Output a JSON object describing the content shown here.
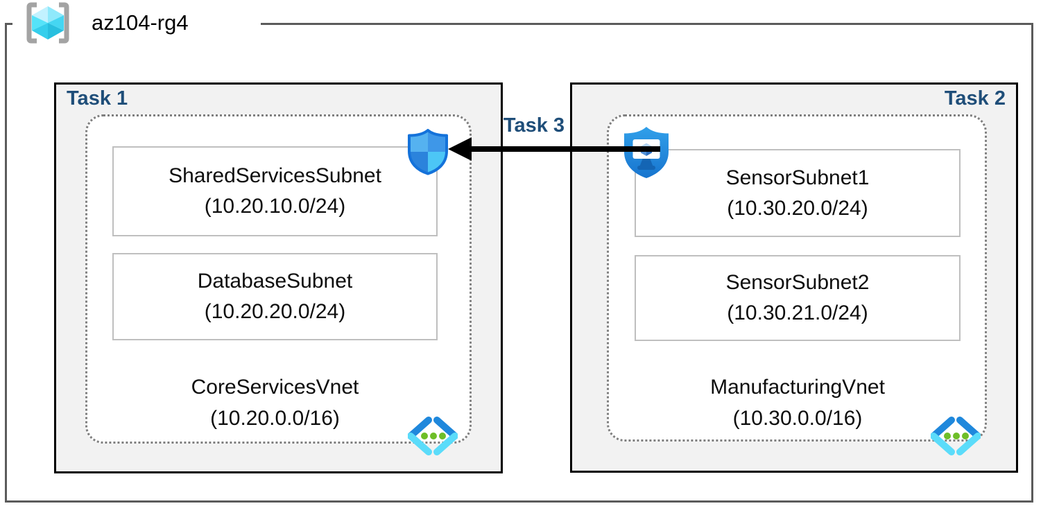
{
  "resource_group": {
    "name": "az104-rg4"
  },
  "labels": {
    "task1": "Task 1",
    "task2": "Task 2",
    "task3": "Task 3"
  },
  "vnets": [
    {
      "task_label": "Task 1",
      "name": "CoreServicesVnet",
      "cidr": "(10.20.0.0/16)",
      "subnets": [
        {
          "name": "SharedServicesSubnet",
          "cidr": "(10.20.10.0/24)"
        },
        {
          "name": "DatabaseSubnet",
          "cidr": "(10.20.20.0/24)"
        }
      ]
    },
    {
      "task_label": "Task 2",
      "name": "ManufacturingVnet",
      "cidr": "(10.30.0.0/16)",
      "subnets": [
        {
          "name": "SensorSubnet1",
          "cidr": "(10.30.20.0/24)"
        },
        {
          "name": "SensorSubnet2",
          "cidr": "(10.30.21.0/24)"
        }
      ]
    }
  ],
  "connection": {
    "label": "Task 3",
    "direction": "right-to-left",
    "from_icon": "bastion-shield-monitor-icon",
    "to_icon": "network-security-shield-icon"
  },
  "icons": {
    "resource_group": "resource-group-brackets-cube-icon",
    "nsg": "network-security-shield-icon",
    "bastion": "bastion-shield-monitor-icon",
    "vnet": "virtual-network-chevrons-icon"
  },
  "colors": {
    "task_label_blue": "#1F4E79",
    "frame_border_gray": "#5B5B5B",
    "task_box_fill": "#F2F2F2",
    "task_box_border": "#000000",
    "vnet_dotted_border": "#7F7F7F",
    "subnet_border": "#BFBFBF",
    "arrow_black": "#000000",
    "icon_blue": "#1E88DC",
    "icon_cyan": "#54D8F8",
    "icon_green": "#6EBE28"
  }
}
